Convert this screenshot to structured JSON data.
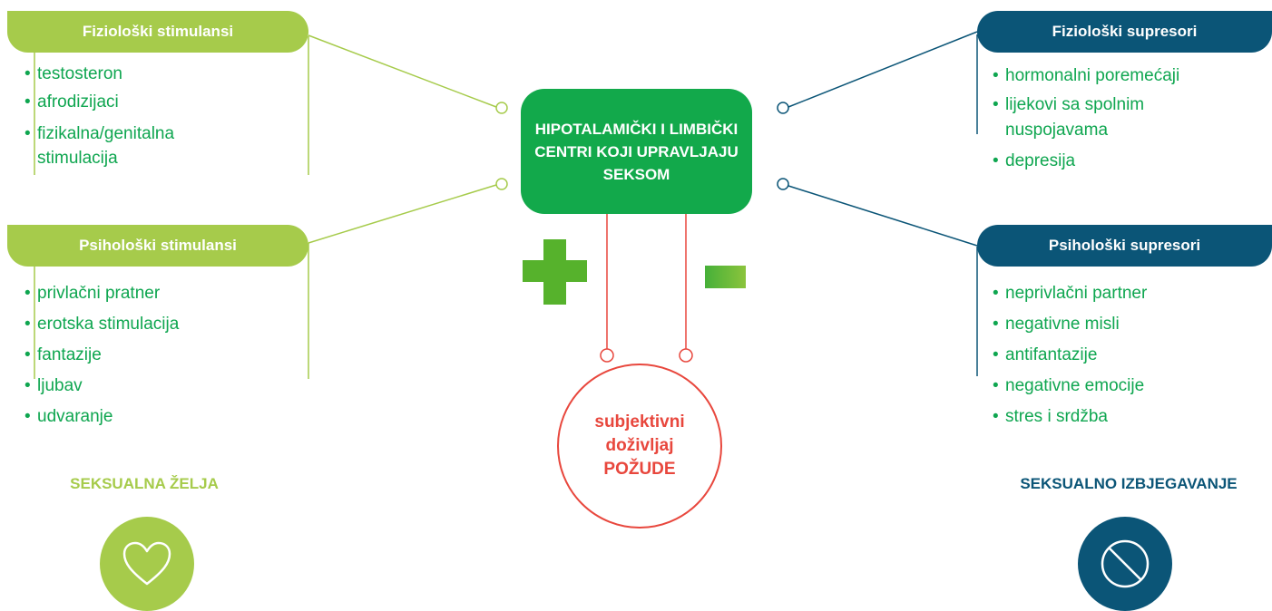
{
  "colors": {
    "stimulant_green": "#a6cb4b",
    "text_green": "#0fa650",
    "center_green": "#12a94b",
    "plus_green": "#56b22c",
    "suppressor_blue": "#0b5577",
    "lust_red": "#e8473d"
  },
  "left": {
    "physiological": {
      "title": "Fiziološki stimulansi",
      "items": [
        "testosteron",
        "afrodizijaci",
        "fizikalna/genitalna\nstimulacija"
      ]
    },
    "psychological": {
      "title": "Psihološki stimulansi",
      "items": [
        "privlačni pratner",
        "erotska stimulacija",
        "fantazije",
        "ljubav",
        "udvaranje"
      ]
    },
    "outcome": {
      "label": "SEKSUALNA ŽELJA",
      "icon": "heart-icon"
    }
  },
  "right": {
    "physiological": {
      "title": "Fiziološki supresori",
      "items": [
        "hormonalni poremećaji",
        "lijekovi sa spolnim\nnuspojavama",
        "depresija"
      ]
    },
    "psychological": {
      "title": "Psihološki supresori",
      "items": [
        "neprivlačni partner",
        "negativne misli",
        "antifantazije",
        "negativne emocije",
        "stres i srdžba"
      ]
    },
    "outcome": {
      "label": "SEKSUALNO IZBJEGAVANJE",
      "icon": "ban-icon"
    }
  },
  "center": {
    "title": "HIPOTALAMIČKI I LIMBIČKI CENTRI KOJI UPRAVLJAJU SEKSOM",
    "plus_icon": "plus-icon",
    "minus_icon": "minus-icon"
  },
  "lust": {
    "line1": "subjektivni",
    "line2": "doživljaj",
    "line3": "POŽUDE"
  }
}
